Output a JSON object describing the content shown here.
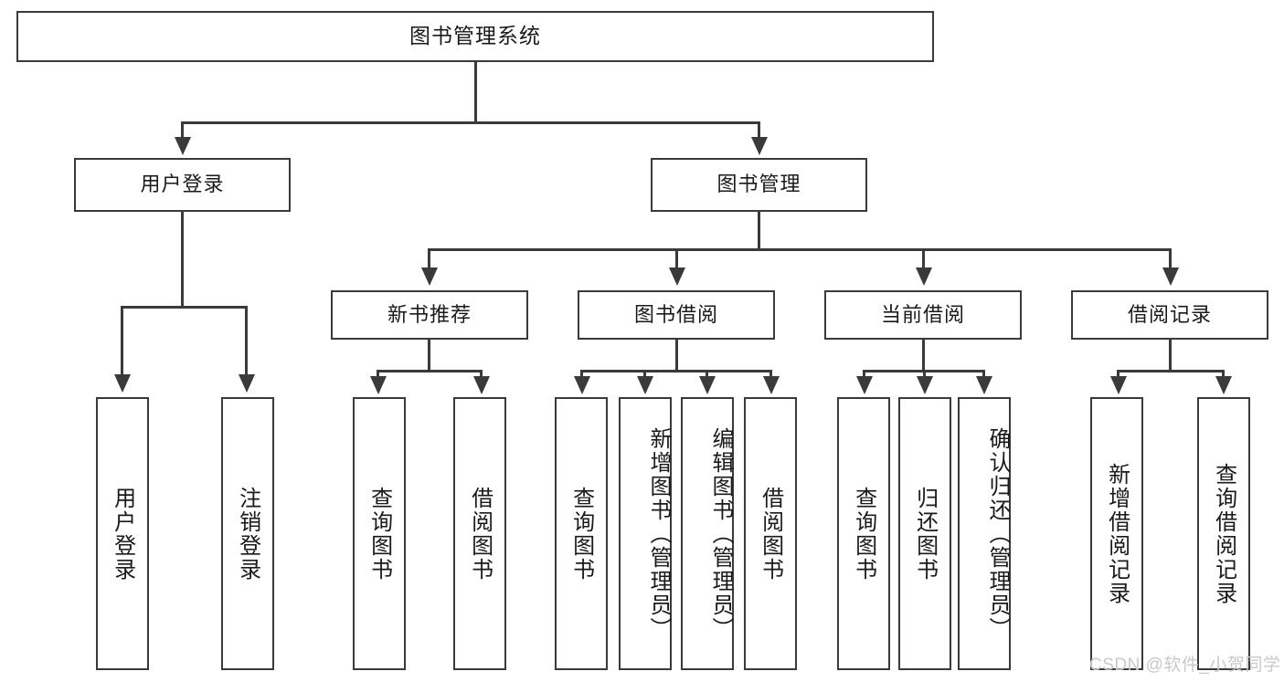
{
  "diagram": {
    "type": "tree-hierarchy-chart",
    "title": "图书管理系统",
    "watermark": "CSDN @软件_小贺同学",
    "colors": {
      "stroke": "#3a3a3a",
      "fill": "#ffffff",
      "text": "#1a1a1a",
      "watermark": "#c9c9c9"
    },
    "root": {
      "label": "图书管理系统"
    },
    "level2": [
      {
        "label": "用户登录"
      },
      {
        "label": "图书管理"
      }
    ],
    "level3": [
      {
        "label": "新书推荐"
      },
      {
        "label": "图书借阅"
      },
      {
        "label": "当前借阅"
      },
      {
        "label": "借阅记录"
      }
    ],
    "leaves": {
      "user_login": [
        {
          "label": "用户登录"
        },
        {
          "label": "注销登录"
        }
      ],
      "new_book_recommend": [
        {
          "label": "查询图书"
        },
        {
          "label": "借阅图书"
        }
      ],
      "book_borrow": [
        {
          "label": "查询图书"
        },
        {
          "label": "新增图书（管理员）"
        },
        {
          "label": "编辑图书（管理员）"
        },
        {
          "label": "借阅图书"
        }
      ],
      "current_borrow": [
        {
          "label": "查询图书"
        },
        {
          "label": "归还图书"
        },
        {
          "label": "确认归还（管理员）"
        }
      ],
      "borrow_record": [
        {
          "label": "新增借阅记录"
        },
        {
          "label": "查询借阅记录"
        }
      ]
    }
  }
}
